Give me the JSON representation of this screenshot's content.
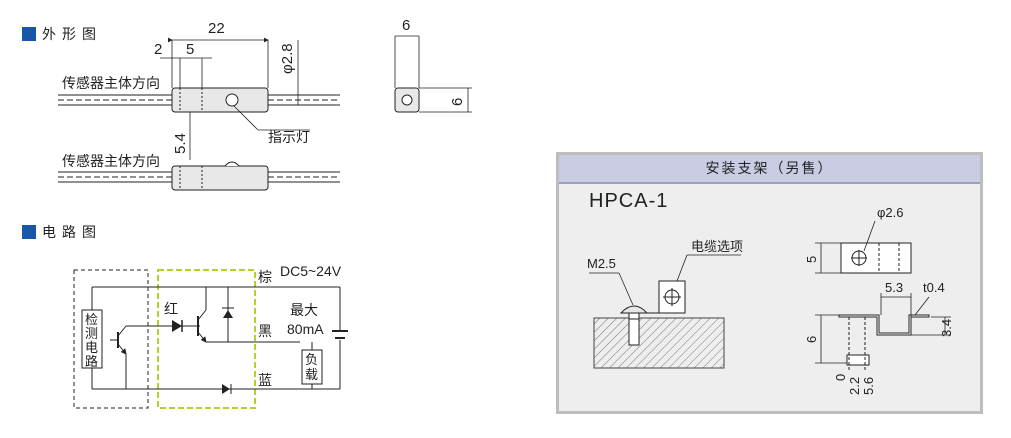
{
  "sections": {
    "outline_title": "外形图",
    "circuit_title": "电路图"
  },
  "outline": {
    "dim_length": "22",
    "dim_2": "2",
    "dim_5": "5",
    "dim_diameter": "φ2.8",
    "dim_height": "5.4",
    "dim_width_top": "6",
    "dim_side": "6",
    "sensing_direction": "传感器主体方向",
    "indicator_label": "指示灯"
  },
  "circuit": {
    "detect_label": [
      "检",
      "测",
      "电",
      "路"
    ],
    "red_label": "红",
    "brown_label": "棕",
    "black_label": "黑",
    "blue_label": "蓝",
    "supply": "DC5~24V",
    "max_label": "最大",
    "max_current": "80mA",
    "load_label": [
      "负",
      "载"
    ]
  },
  "bracket": {
    "panel_title": "安装支架（另售）",
    "model": "HPCA-1",
    "screw_label": "M2.5",
    "cable_option": "电缆选项",
    "hole_dia": "φ2.6",
    "dim_5": "5",
    "dim_53": "5.3",
    "dim_t04": "t0.4",
    "dim_6": "6",
    "dim_34": "3.4",
    "dim_0": "0",
    "dim_22": "2.2",
    "dim_56": "5.6"
  },
  "colors": {
    "accent": "#1a56a8",
    "panel_header": "#c9cce2",
    "panel_bg": "#eeeeee",
    "sensor_body": "#e8e8e8",
    "dashed_green": "#b7cf2a"
  }
}
